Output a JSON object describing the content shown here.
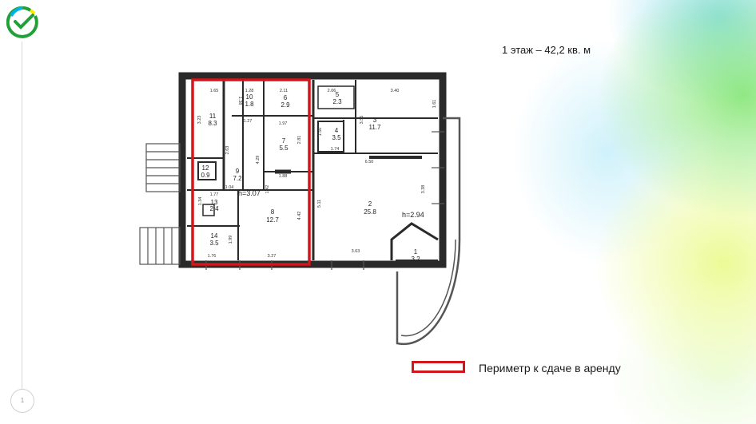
{
  "header": {
    "floor_title": "1 этаж – 42,2  кв. м"
  },
  "legend": {
    "label": "Периметр к сдаче в аренду",
    "color": "#d3161b"
  },
  "pagination": {
    "page": "1"
  },
  "logo": {
    "icon": "sber-logo-icon",
    "colors": [
      "#21a038",
      "#faed00",
      "#00b3e6"
    ]
  },
  "plan": {
    "rooms": [
      {
        "num": "1",
        "area": "3.2"
      },
      {
        "num": "2",
        "area": "25.8"
      },
      {
        "num": "3",
        "area": "11.7"
      },
      {
        "num": "4",
        "area": "3.5"
      },
      {
        "num": "5",
        "area": "2.3"
      },
      {
        "num": "6",
        "area": "2.9"
      },
      {
        "num": "7",
        "area": "5.5"
      },
      {
        "num": "8",
        "area": "12.7"
      },
      {
        "num": "9",
        "area": "7.2"
      },
      {
        "num": "10",
        "area": "1.8"
      },
      {
        "num": "11",
        "area": "8.3"
      },
      {
        "num": "12",
        "area": "0.9"
      },
      {
        "num": "13",
        "area": "2.4"
      },
      {
        "num": "14",
        "area": "3.5"
      }
    ],
    "heights": [
      "h=3.07",
      "h=2.94"
    ],
    "dimensions": [
      "1.65",
      "1.28",
      "2.11",
      "2.06",
      "3.40",
      "1.27",
      "1.97",
      "1.88",
      "1.74",
      "6.50",
      "1.04",
      "1.77",
      "1.76",
      "3.27",
      "3.63",
      "1.38",
      "1.61",
      "3.55",
      "2.81",
      "4.29",
      "4.42",
      "5.11",
      "1.42",
      "1.34",
      "1.99",
      "3.38",
      "1.50",
      "2.63",
      "3.23"
    ]
  }
}
